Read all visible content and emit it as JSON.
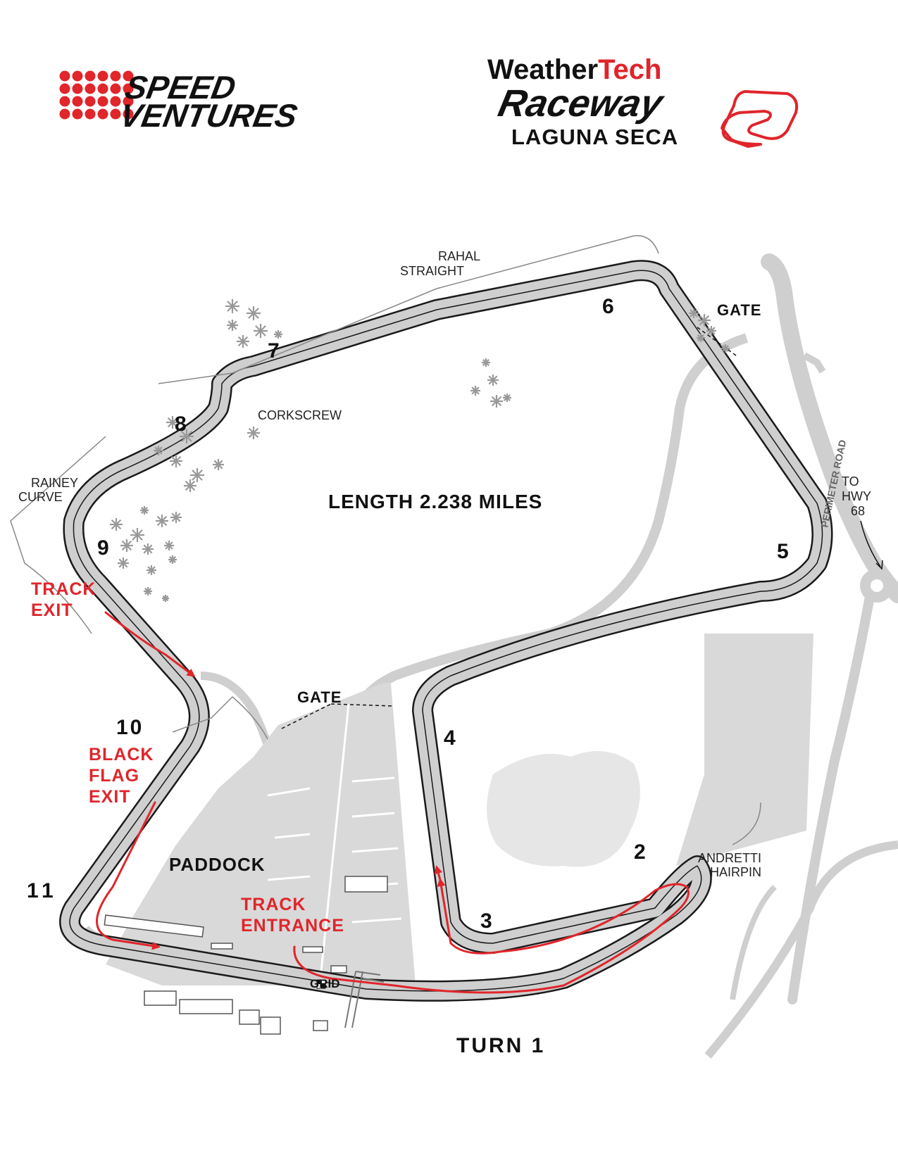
{
  "logos": {
    "left": {
      "line1": "SPEED",
      "line2": "VENTURES"
    },
    "right": {
      "line1a": "Weather",
      "line1b": "Tech",
      "line2": "Raceway",
      "line3": "LAGUNA SECA"
    }
  },
  "colors": {
    "red": "#e0252b",
    "track_gray": "#cfcfcf",
    "paddock_gray": "#d9d9d9",
    "ink": "#111111"
  },
  "map": {
    "length": "LENGTH 2.238 MILES",
    "area_labels": {
      "rahal_1": "RAHAL",
      "rahal_2": "STRAIGHT",
      "corkscrew": "CORKSCREW",
      "rainey_1": "RAINEY",
      "rainey_2": "CURVE",
      "andretti_1": "ANDRETTI",
      "andretti_2": "HAIRPIN",
      "gate_ne": "GATE",
      "gate_mid": "GATE",
      "paddock": "PADDOCK",
      "grid": "GRID",
      "perimeter": "PERIMETER ROAD",
      "hwy_1": "TO",
      "hwy_2": "HWY",
      "hwy_3": "68"
    },
    "turns": {
      "t1": "TURN 1",
      "t2": "2",
      "t3": "3",
      "t4": "4",
      "t5": "5",
      "t6": "6",
      "t7": "7",
      "t8": "8",
      "t9": "9",
      "t10": "10",
      "t11": "11"
    },
    "red_labels": {
      "exit_1": "TRACK",
      "exit_2": "EXIT",
      "black_1": "BLACK",
      "black_2": "FLAG",
      "black_3": "EXIT",
      "entrance_1": "TRACK",
      "entrance_2": "ENTRANCE"
    }
  }
}
